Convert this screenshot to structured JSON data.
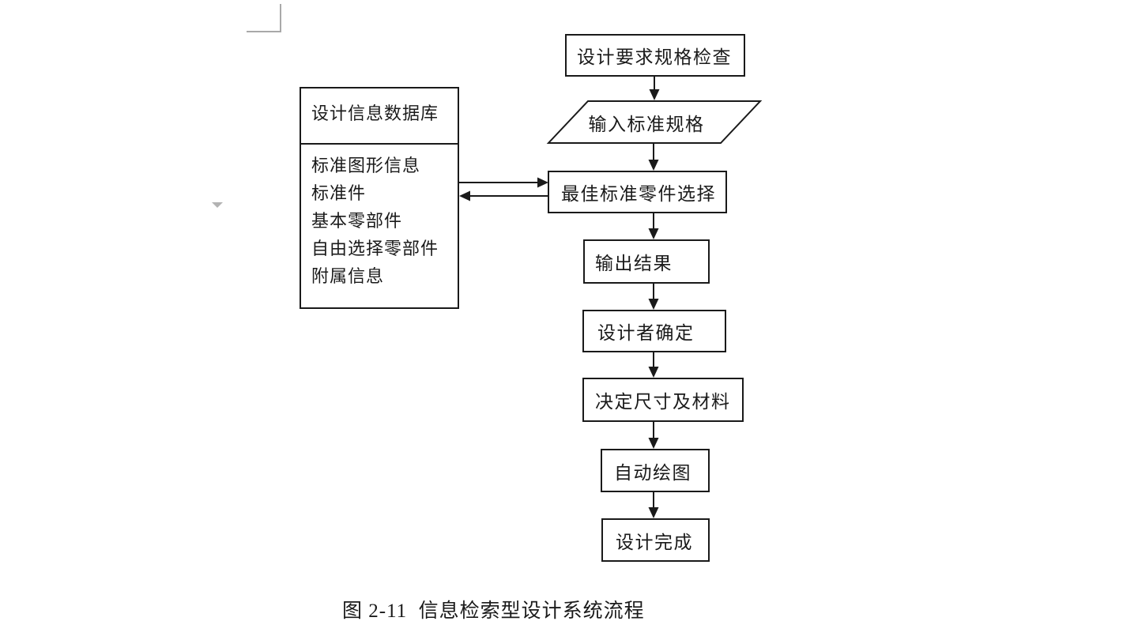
{
  "colors": {
    "line": "#1a1a1a",
    "page_background": "#ffffff",
    "margin_mark_gray": "#a9a9a9",
    "collapse_marker_gray": "#b3b3b3"
  },
  "flowchart": {
    "nodes": [
      {
        "label": "设计要求规格检查",
        "shape": "rect"
      },
      {
        "label": "输入标准规格",
        "shape": "parallelogram"
      },
      {
        "label": "最佳标准零件选择",
        "shape": "rect"
      },
      {
        "label": "输出结果",
        "shape": "rect"
      },
      {
        "label": "设计者确定",
        "shape": "rect"
      },
      {
        "label": "决定尺寸及材料",
        "shape": "rect"
      },
      {
        "label": "自动绘图",
        "shape": "rect"
      },
      {
        "label": "设计完成",
        "shape": "rect"
      }
    ],
    "database": {
      "title": "设计信息数据库",
      "items": [
        "标准图形信息",
        "标准件",
        "基本零部件",
        "自由选择零部件",
        "附属信息"
      ]
    }
  },
  "figure": {
    "caption": "图 2-11  信息检索型设计系统流程"
  }
}
